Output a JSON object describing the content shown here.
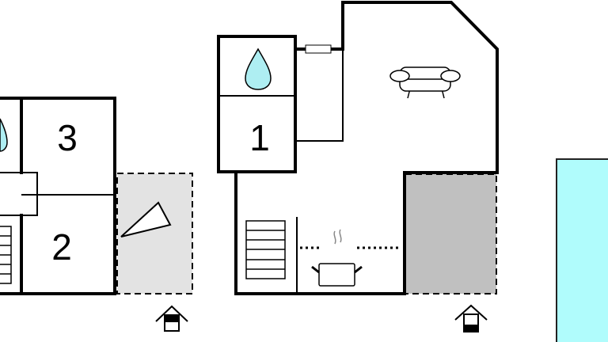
{
  "rooms": {
    "bedroom_1": "1",
    "bedroom_2": "2",
    "bedroom_3": "3"
  },
  "colors": {
    "water": "#aeeef2",
    "pool": "#b0fcfc",
    "terrace_light": "#e3e3e3",
    "terrace_dark": "#c0c0c0",
    "wall": "#000000"
  }
}
